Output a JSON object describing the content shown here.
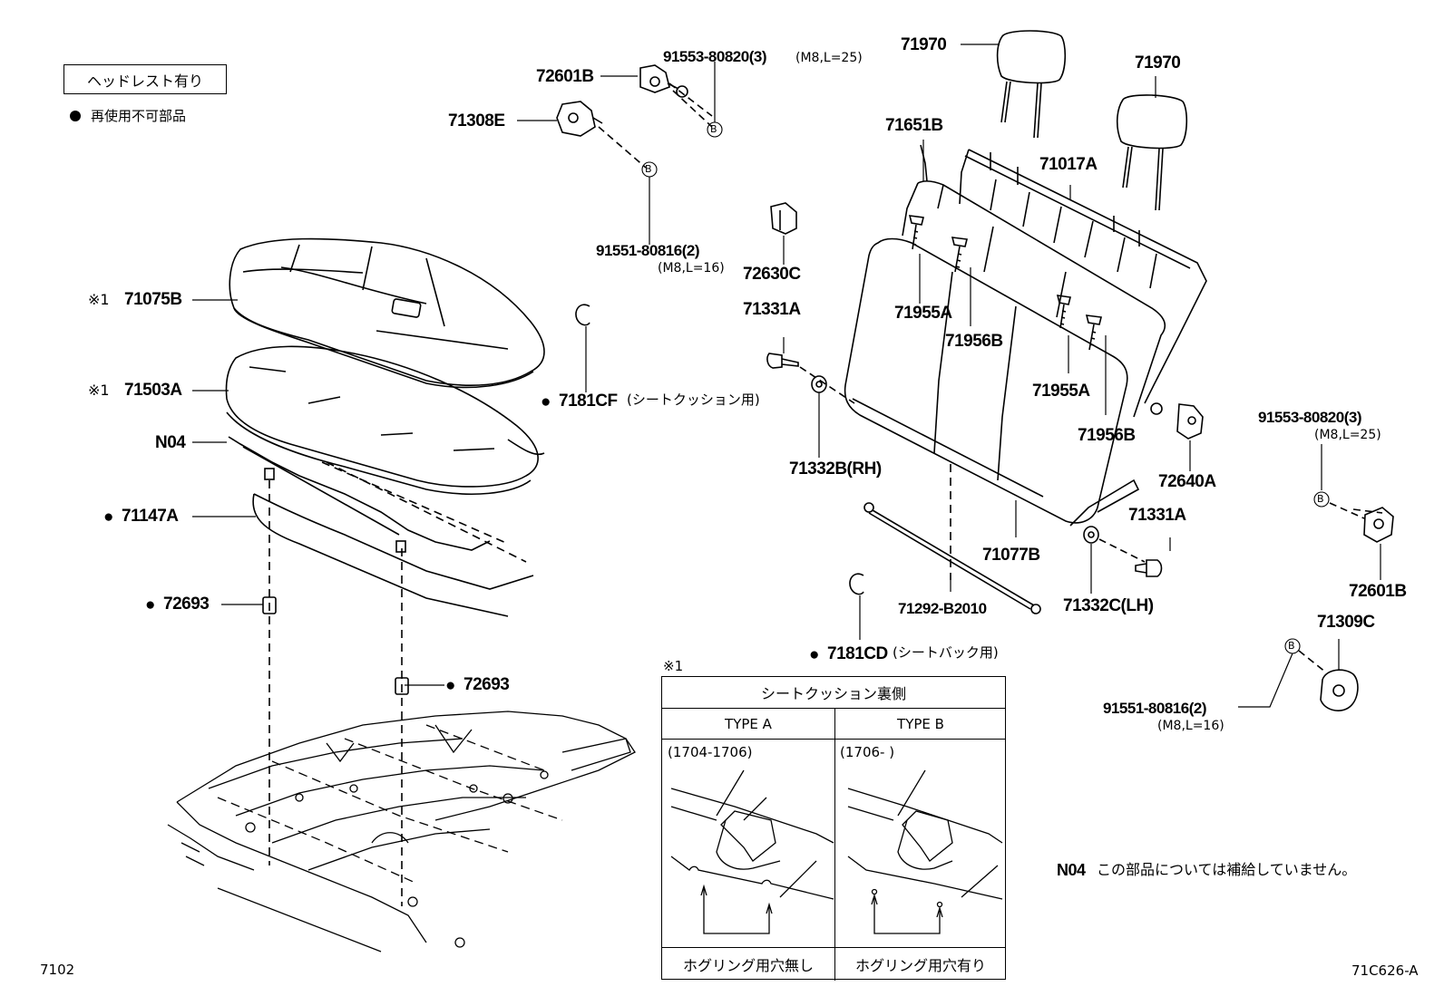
{
  "legend": {
    "headrest_box": "ヘッドレスト有り",
    "bullet_note": "再使用不可部品"
  },
  "parts": {
    "p71970_a": "71970",
    "p71970_b": "71970",
    "p91553_top": "91553-80820(3)",
    "p91553_top_spec": "(M8,L=25)",
    "p72601B_top": "72601B",
    "p71308E": "71308E",
    "p91551_top": "91551-80816(2)",
    "p91551_top_spec": "(M8,L=16)",
    "p71651B": "71651B",
    "p71017A": "71017A",
    "p72630C": "72630C",
    "p71331A_top": "71331A",
    "p71955A_a": "71955A",
    "p71956B_a": "71956B",
    "p71955A_b": "71955A",
    "p71956B_b": "71956B",
    "p71075B": "71075B",
    "p71075B_prefix": "※1",
    "p71503A": "71503A",
    "p71503A_prefix": "※1",
    "pN04": "N04",
    "p71147A": "71147A",
    "p72693_a": "72693",
    "p72693_b": "72693",
    "p7181CF": "7181CF",
    "p7181CF_note": "(シートクッション用)",
    "p71332B": "71332B(RH)",
    "p72640A": "72640A",
    "p91553_right": "91553-80820(3)",
    "p91553_right_spec": "(M8,L=25)",
    "p71331A_right": "71331A",
    "p71077B": "71077B",
    "p71292": "71292-B2010",
    "p71332C": "71332C(LH)",
    "p72601B_right": "72601B",
    "p71309C": "71309C",
    "p7181CD": "7181CD",
    "p7181CD_note": "(シートバック用)",
    "p91551_right": "91551-80816(2)",
    "p91551_right_spec": "(M8,L=16)"
  },
  "inset": {
    "marker": "※1",
    "header": "シートクッション裏側",
    "type_a": "TYPE A",
    "type_b": "TYPE B",
    "range_a": "(1704-1706)",
    "range_b": "(1706-      )",
    "caption_a": "ホグリング用穴無し",
    "caption_b": "ホグリング用穴有り"
  },
  "note_n04": {
    "code": "N04",
    "text": "この部品については補給していません。"
  },
  "footer": {
    "left_code": "7102",
    "right_code": "71C626-A"
  },
  "bullet_symbol": "●",
  "bolt_marker": "B"
}
